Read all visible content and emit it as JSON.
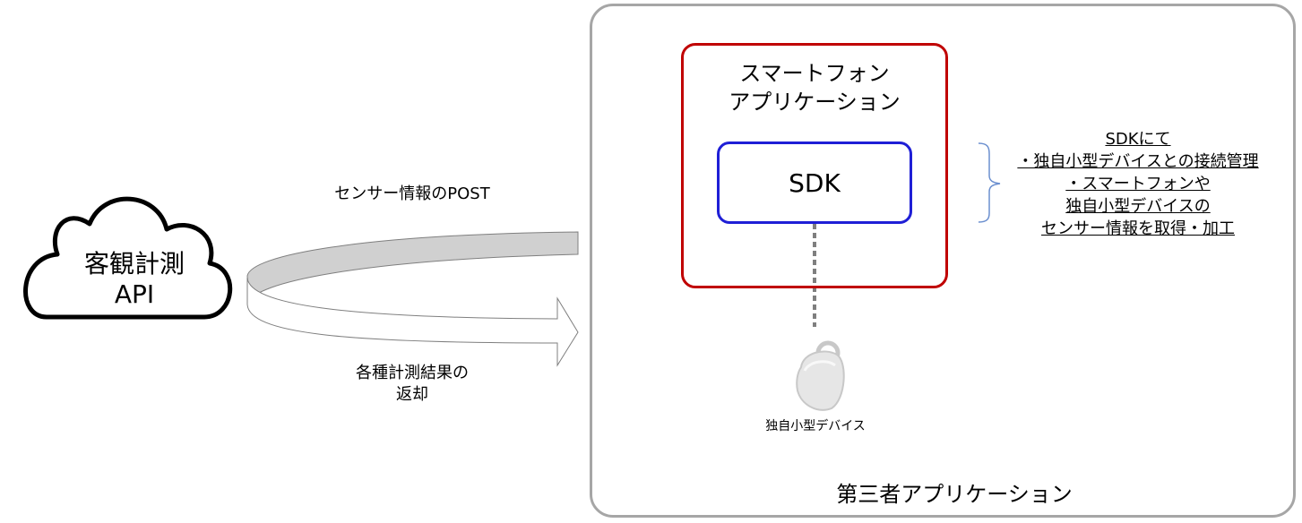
{
  "cloud": {
    "line1": "客観計測",
    "line2": "API"
  },
  "arrows": {
    "post_label": "センサー情報のPOST",
    "return_label_line1": "各種計測結果の",
    "return_label_line2": "返却"
  },
  "third_party": {
    "label": "第三者アプリケーション"
  },
  "smartphone_app": {
    "line1": "スマートフォン",
    "line2": "アプリケーション"
  },
  "sdk": {
    "label": "SDK"
  },
  "device": {
    "label": "独自小型デバイス",
    "icon": "sleep-sensor-device-icon"
  },
  "note": {
    "lines": [
      "SDKにて",
      "・独自小型デバイスとの接続管理",
      "・スマートフォンや",
      "独自小型デバイスの",
      "センサー情報を取得・加工"
    ]
  },
  "colors": {
    "third_party_border": "#a6a6a6",
    "smartphone_app_border": "#c00000",
    "sdk_border": "#1f1fd6",
    "bracket": "#6b8fcf",
    "arrow_fill": "#d0d0d0"
  }
}
